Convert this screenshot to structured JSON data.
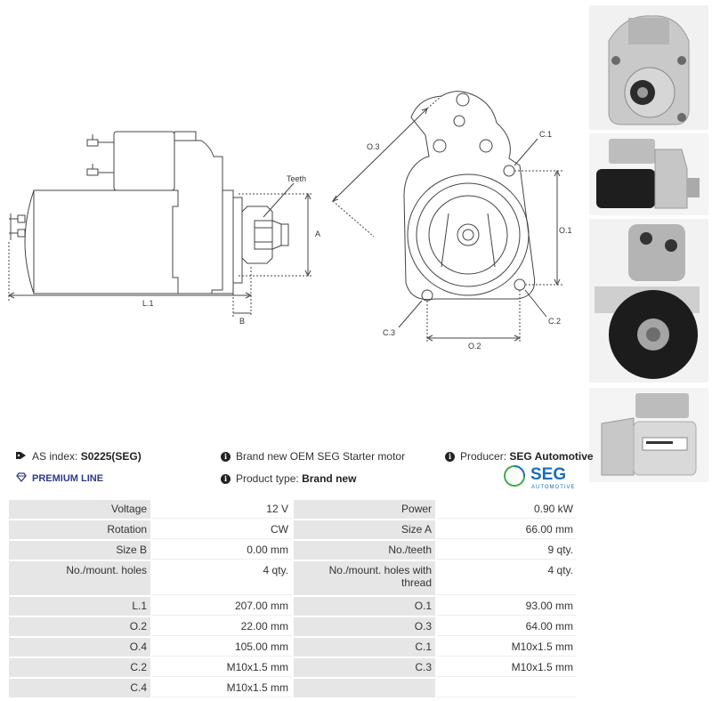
{
  "drawing": {
    "labels": {
      "teeth": "Teeth",
      "a": "A",
      "l1": "L.1",
      "b": "B",
      "o3": "O.3",
      "c1": "C.1",
      "o1": "O.1",
      "c2": "C.2",
      "c3": "C.3",
      "o2": "O.2"
    }
  },
  "info": {
    "as_index_label": "AS index:",
    "as_index_value": "S0225(SEG)",
    "premium_line": "PREMIUM LINE",
    "description": "Brand new OEM SEG Starter motor",
    "product_type_label": "Product type:",
    "product_type_value": "Brand new",
    "producer_label": "Producer:",
    "producer_value": "SEG Automotive"
  },
  "logo": {
    "text": "SEG",
    "subtext": "AUTOMOTIVE",
    "color": "#1a6fb5",
    "accent": "#3cae49"
  },
  "specs": {
    "rows": [
      {
        "k1": "Voltage",
        "v1": "12 V",
        "k2": "Power",
        "v2": "0.90 kW"
      },
      {
        "k1": "Rotation",
        "v1": "CW",
        "k2": "Size A",
        "v2": "66.00 mm"
      },
      {
        "k1": "Size B",
        "v1": "0.00 mm",
        "k2": "No./teeth",
        "v2": "9 qty."
      },
      {
        "k1": "No./mount. holes",
        "v1": "4 qty.",
        "k2": "No./mount. holes with thread",
        "v2": "4 qty."
      },
      {
        "k1": "L.1",
        "v1": "207.00 mm",
        "k2": "O.1",
        "v2": "93.00 mm"
      },
      {
        "k1": "O.2",
        "v1": "22.00 mm",
        "k2": "O.3",
        "v2": "64.00 mm"
      },
      {
        "k1": "O.4",
        "v1": "105.00 mm",
        "k2": "C.1",
        "v2": "M10x1.5 mm"
      },
      {
        "k1": "C.2",
        "v1": "M10x1.5 mm",
        "k2": "C.3",
        "v2": "M10x1.5 mm"
      },
      {
        "k1": "C.4",
        "v1": "M10x1.5 mm",
        "k2": "",
        "v2": ""
      }
    ]
  }
}
